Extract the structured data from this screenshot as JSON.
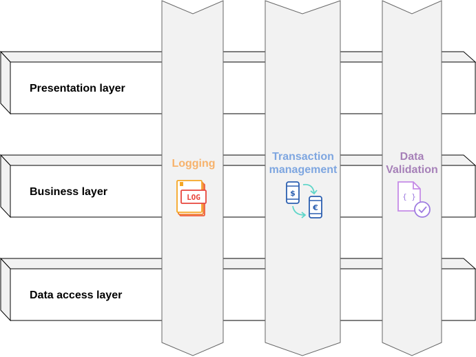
{
  "layers": [
    {
      "label": "Presentation layer"
    },
    {
      "label": "Business layer"
    },
    {
      "label": "Data access layer"
    }
  ],
  "concerns": [
    {
      "lines": [
        "Logging"
      ],
      "color": "#f7b26b",
      "icon": "log-file-icon",
      "icon_text": "LOG",
      "icon_colors": [
        "#f5a623",
        "#e8463c"
      ]
    },
    {
      "lines": [
        "Transaction",
        "management"
      ],
      "color": "#7ea6e0",
      "icon": "currency-exchange-phones-icon",
      "icon_text": [
        "$",
        "€"
      ],
      "icon_colors": [
        "#2b5fb0",
        "#5fd6c9"
      ]
    },
    {
      "lines": [
        "Data",
        "Validation"
      ],
      "color": "#a680b8",
      "icon": "validated-code-document-icon",
      "icon_text": "{ }",
      "icon_colors": [
        "#c58be6",
        "#9e7be0"
      ]
    }
  ],
  "colors": {
    "layer_fill": "#ffffff",
    "layer_side": "#f2f2f2",
    "pillar_fill": "#f2f2f2",
    "stroke": "#000000",
    "pillar_stroke": "#666666"
  }
}
